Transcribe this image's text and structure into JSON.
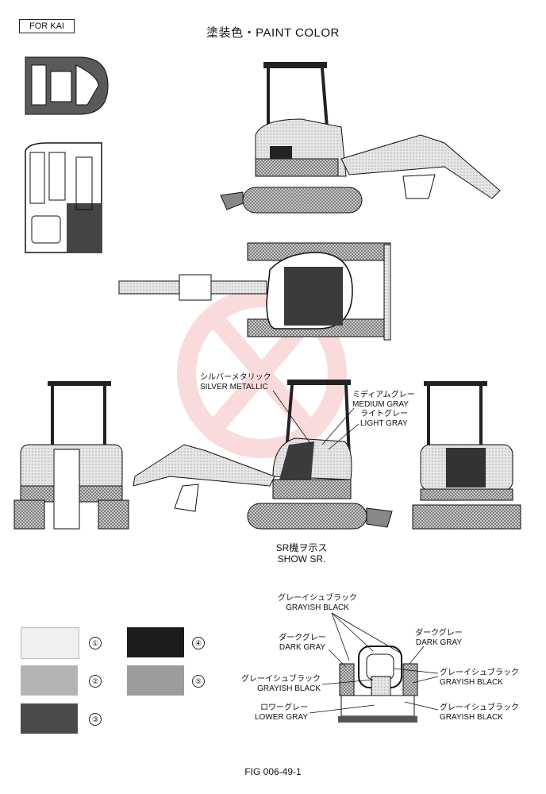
{
  "header": {
    "tag": "FOR KAI",
    "title": "塗装色・PAINT COLOR"
  },
  "callouts": {
    "silver_metallic": {
      "jp": "シルバーメタリック",
      "en": "SILVER METALLIC"
    },
    "medium_gray": {
      "jp": "ミディアムグレー",
      "en": "MEDIUM GRAY"
    },
    "light_gray": {
      "jp": "ライトグレー",
      "en": "LIGHT GRAY"
    }
  },
  "show_sr": {
    "jp": "SR機ヲ示ス",
    "en": "SHOW SR."
  },
  "legend": [
    {
      "number": "①",
      "color": "#efefef"
    },
    {
      "number": "②",
      "color": "#b4b4b4"
    },
    {
      "number": "③",
      "color": "#4a4a4a"
    },
    {
      "number": "④",
      "color": "#1c1c1c"
    },
    {
      "number": "⑤",
      "color": "#9c9c9c"
    }
  ],
  "detail_labels": {
    "grayish_black_top": {
      "jp": "グレーイシュブラック",
      "en": "GRAYISH BLACK"
    },
    "dark_gray_left": {
      "jp": "ダークグレー",
      "en": "DARK GRAY"
    },
    "dark_gray_right": {
      "jp": "ダークグレー",
      "en": "DARK GRAY"
    },
    "grayish_black_left": {
      "jp": "グレーイシュブラック",
      "en": "GRAYISH BLACK"
    },
    "grayish_black_right": {
      "jp": "グレーイシュブラック",
      "en": "GRAYISH BLACK"
    },
    "lower_gray": {
      "jp": "ロワーグレー",
      "en": "LOWER GRAY"
    },
    "grayish_black_bottom": {
      "jp": "グレーイシュブラック",
      "en": "GRAYISH BLACK"
    }
  },
  "footer": {
    "figure": "FIG 006-49-1"
  }
}
